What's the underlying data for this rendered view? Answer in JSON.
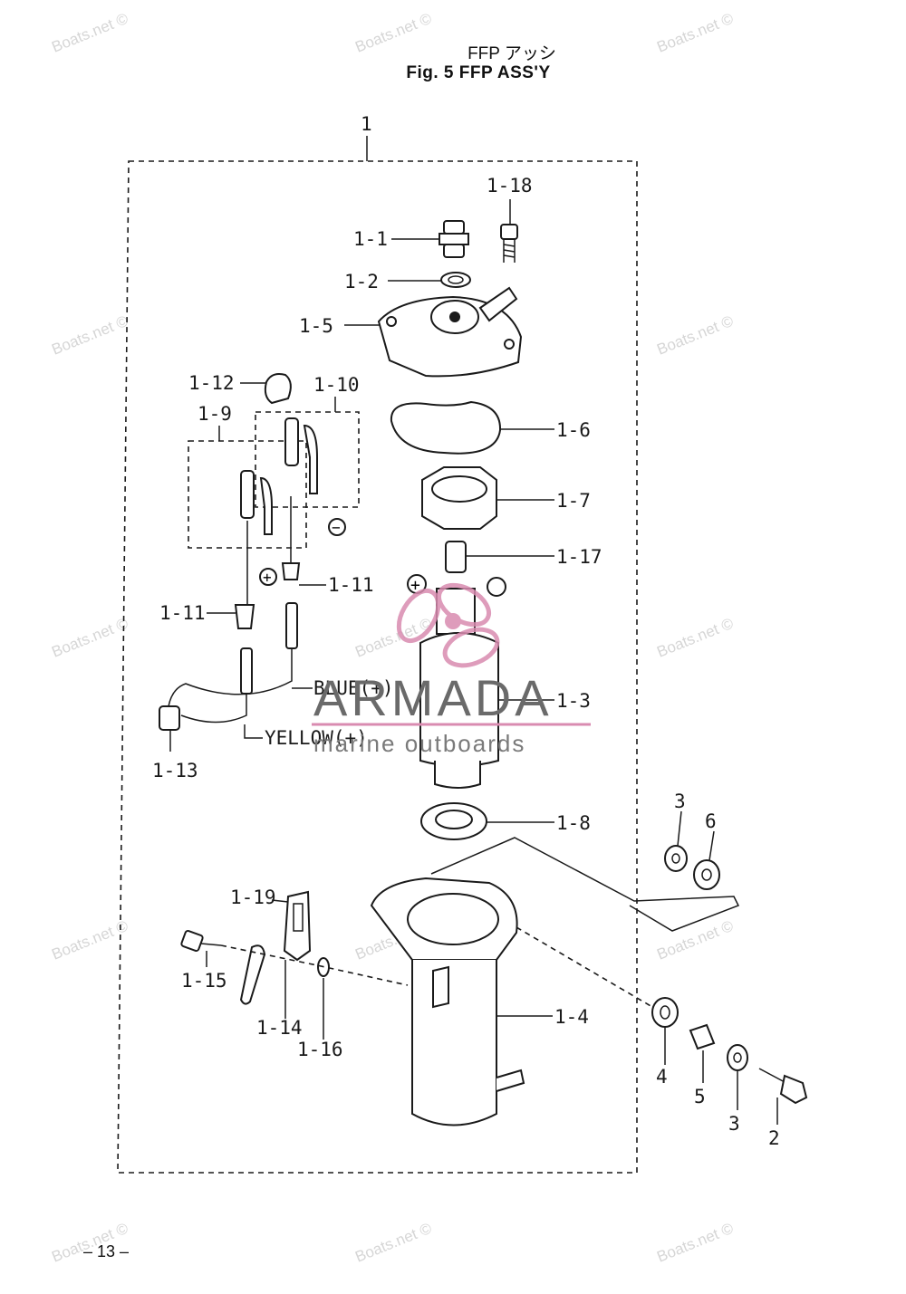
{
  "title": {
    "japanese": "FFP アッシ",
    "english": "Fig. 5    FFP ASS'Y"
  },
  "page_number": "– 13 –",
  "watermark": "Boats.net ©",
  "logo": {
    "name": "ARMADA",
    "tagline": "marine outboards",
    "accent_color": "#d98bb0"
  },
  "callouts": {
    "assembly": "1",
    "p1_1": "1-1",
    "p1_2": "1-2",
    "p1_3": "1-3",
    "p1_4": "1-4",
    "p1_5": "1-5",
    "p1_6": "1-6",
    "p1_7": "1-7",
    "p1_8": "1-8",
    "p1_9": "1-9",
    "p1_10": "1-10",
    "p1_11a": "1-11",
    "p1_11b": "1-11",
    "p1_12": "1-12",
    "p1_13": "1-13",
    "p1_14": "1-14",
    "p1_15": "1-15",
    "p1_16": "1-16",
    "p1_17": "1-17",
    "p1_18": "1-18",
    "p1_19": "1-19",
    "p2": "2",
    "p3a": "3",
    "p3b": "3",
    "p4": "4",
    "p5": "5",
    "p6": "6"
  },
  "wire_labels": {
    "blue": "BLUE(+)",
    "yellow": "YELLOW(+)"
  },
  "polarity": {
    "plus": "+",
    "minus": "−"
  }
}
